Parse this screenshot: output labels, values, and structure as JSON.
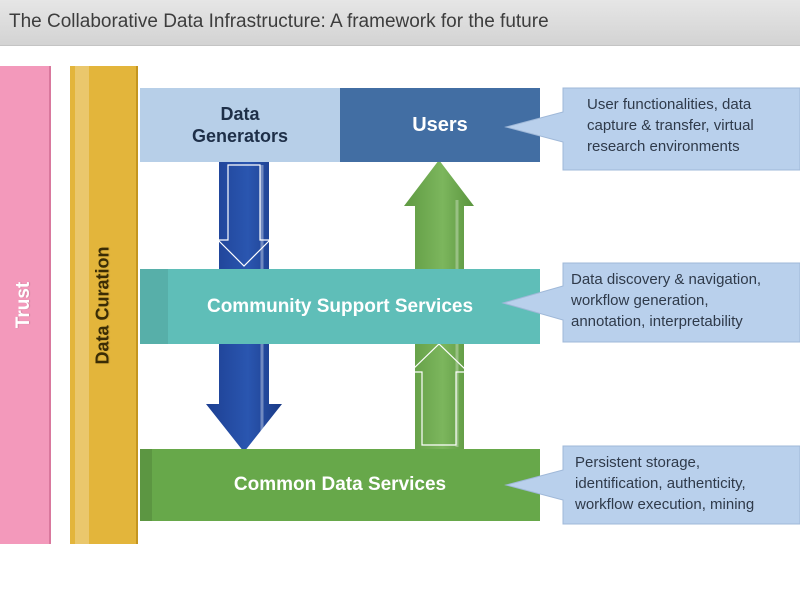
{
  "title": "The Collaborative Data Infrastructure: A framework for the future",
  "side_bars": {
    "trust": "Trust",
    "data_curation": "Data Curation"
  },
  "boxes": {
    "data_generators": "Data Generators",
    "users": "Users",
    "community_support_services": "Community Support Services",
    "common_data_services": "Common Data Services"
  },
  "callouts": {
    "users": [
      "User functionalities, data",
      "capture & transfer, virtual",
      "research environments"
    ],
    "community": [
      "Data discovery & navigation,",
      "workflow generation,",
      "annotation, interpretability"
    ],
    "common": [
      "Persistent storage,",
      "identification, authenticity,",
      "workflow execution, mining"
    ]
  },
  "colors": {
    "trust": "#f399bb",
    "data_curation": "#e3b53b",
    "data_generators": "#b7cfe8",
    "users": "#426ea3",
    "community_support_services": "#5fbeb8",
    "common_data_services": "#67a84a",
    "callout": "#b9d0ec",
    "down_arrow": "#23489c",
    "up_arrow": "#6fa851"
  }
}
